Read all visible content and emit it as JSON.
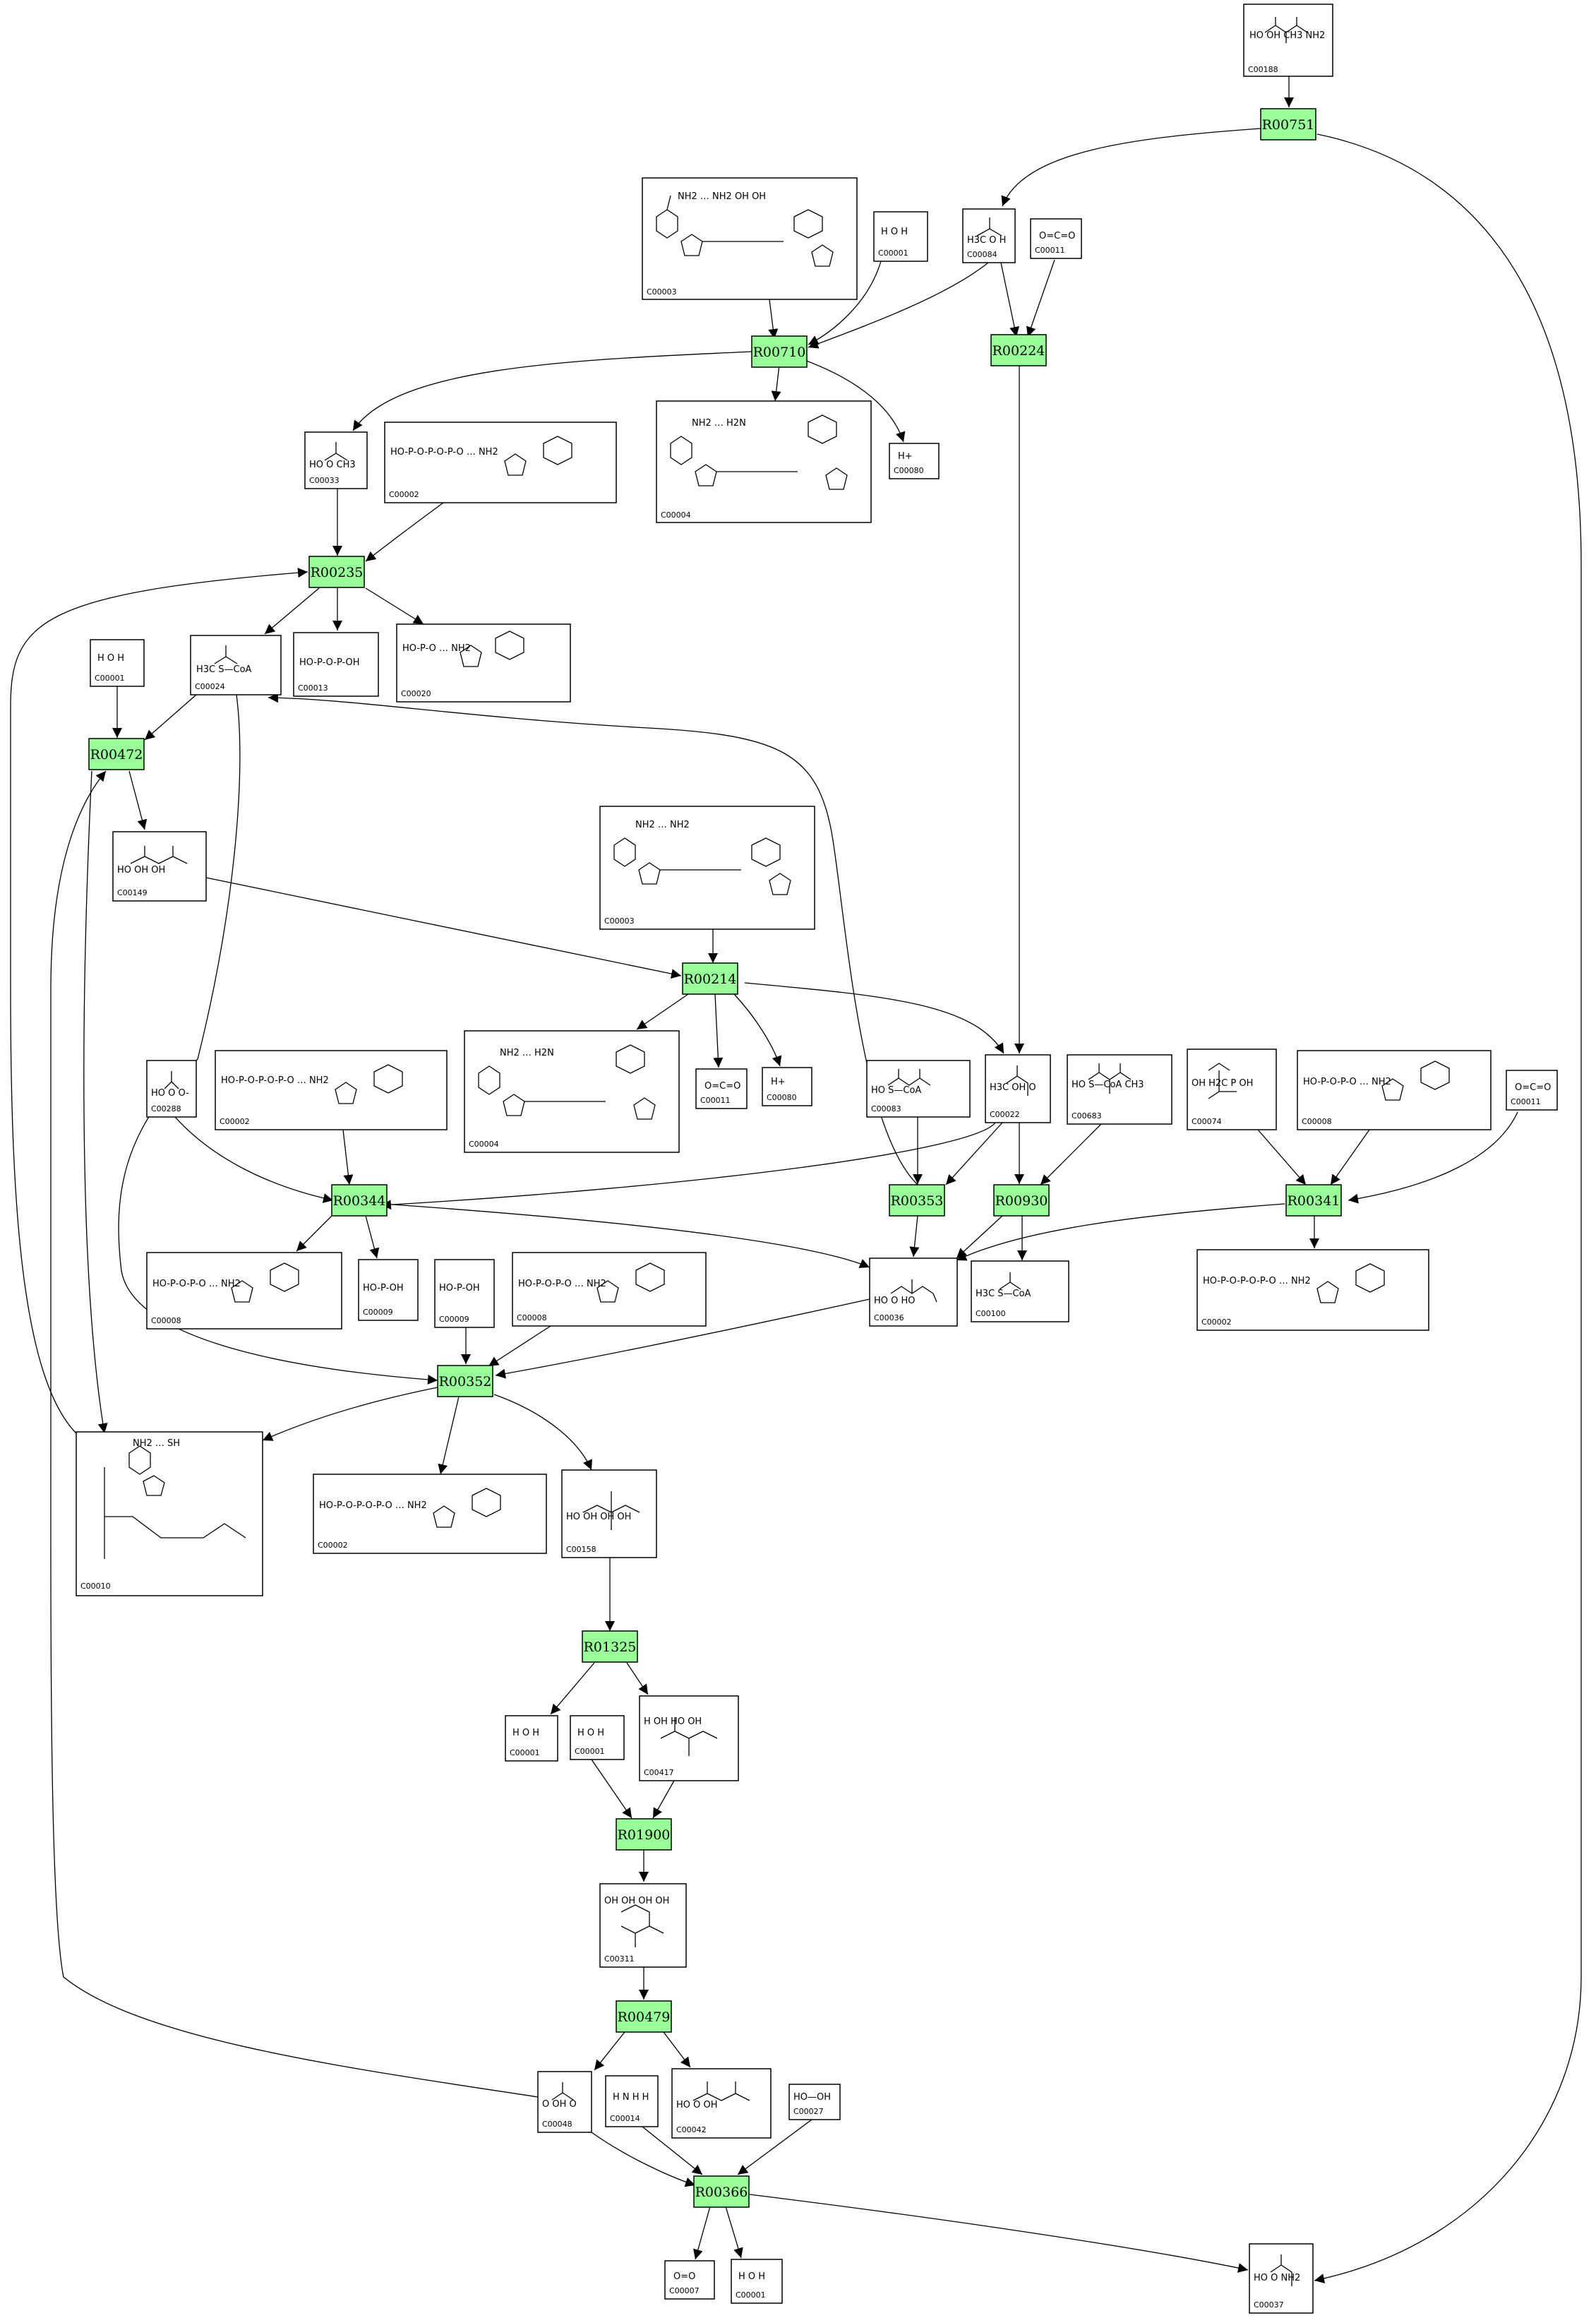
{
  "colors": {
    "reaction_fill": "#99ff99",
    "compound_fill": "#ffffff",
    "stroke": "#000000"
  },
  "reactions": [
    {
      "id": "R00751"
    },
    {
      "id": "R00710"
    },
    {
      "id": "R00224"
    },
    {
      "id": "R00235"
    },
    {
      "id": "R00472"
    },
    {
      "id": "R00214"
    },
    {
      "id": "R00344"
    },
    {
      "id": "R00353"
    },
    {
      "id": "R00930"
    },
    {
      "id": "R00341"
    },
    {
      "id": "R00352"
    },
    {
      "id": "R01325"
    },
    {
      "id": "R01900"
    },
    {
      "id": "R00479"
    },
    {
      "id": "R00366"
    }
  ],
  "compounds": [
    {
      "id": "C00188",
      "formula": "HO  OH  CH3  NH2"
    },
    {
      "id": "C00003",
      "formula": "NH2 … NH2  OH OH"
    },
    {
      "id": "C00001",
      "formula": "H  O  H"
    },
    {
      "id": "C00084",
      "formula": "H3C  O  H"
    },
    {
      "id": "C00011",
      "formula": "O=C=O"
    },
    {
      "id": "C00033",
      "formula": "HO  O  CH3"
    },
    {
      "id": "C00002",
      "formula": "HO-P-O-P-O-P-O … NH2"
    },
    {
      "id": "C00004",
      "formula": "NH2 … H2N"
    },
    {
      "id": "C00080",
      "formula": "H+"
    },
    {
      "id": "C00001",
      "formula": "H  O  H"
    },
    {
      "id": "C00024",
      "formula": "H3C  S—CoA"
    },
    {
      "id": "C00013",
      "formula": "HO-P-O-P-OH"
    },
    {
      "id": "C00020",
      "formula": "HO-P-O … NH2"
    },
    {
      "id": "C00149",
      "formula": "HO  OH  OH"
    },
    {
      "id": "C00003",
      "formula": "NH2 … NH2"
    },
    {
      "id": "C00288",
      "formula": "HO  O  O-"
    },
    {
      "id": "C00002",
      "formula": "HO-P-O-P-O-P-O … NH2"
    },
    {
      "id": "C00004",
      "formula": "NH2 … H2N"
    },
    {
      "id": "C00011",
      "formula": "O=C=O"
    },
    {
      "id": "C00080",
      "formula": "H+"
    },
    {
      "id": "C00083",
      "formula": "HO  S—CoA"
    },
    {
      "id": "C00022",
      "formula": "H3C  OH  O"
    },
    {
      "id": "C00683",
      "formula": "HO  S—CoA  CH3"
    },
    {
      "id": "C00074",
      "formula": "OH  H2C  P  OH"
    },
    {
      "id": "C00008",
      "formula": "HO-P-O-P-O … NH2"
    },
    {
      "id": "C00011",
      "formula": "O=C=O"
    },
    {
      "id": "C00008",
      "formula": "HO-P-O-P-O … NH2"
    },
    {
      "id": "C00009",
      "formula": "HO-P-OH"
    },
    {
      "id": "C00009",
      "formula": "HO-P-OH"
    },
    {
      "id": "C00008",
      "formula": "HO-P-O-P-O … NH2"
    },
    {
      "id": "C00036",
      "formula": "HO  O  HO"
    },
    {
      "id": "C00100",
      "formula": "H3C  S—CoA"
    },
    {
      "id": "C00002",
      "formula": "HO-P-O-P-O-P-O … NH2"
    },
    {
      "id": "C00010",
      "formula": "NH2 … SH"
    },
    {
      "id": "C00002",
      "formula": "HO-P-O-P-O-P-O … NH2"
    },
    {
      "id": "C00158",
      "formula": "HO  OH  OH  OH"
    },
    {
      "id": "C00001",
      "formula": "H  O  H"
    },
    {
      "id": "C00001",
      "formula": "H  O  H"
    },
    {
      "id": "C00417",
      "formula": "H  OH  HO  OH"
    },
    {
      "id": "C00311",
      "formula": "OH OH  OH  OH"
    },
    {
      "id": "C00048",
      "formula": "O  OH  O"
    },
    {
      "id": "C00014",
      "formula": "H  N  H  H"
    },
    {
      "id": "C00042",
      "formula": "HO  O  OH"
    },
    {
      "id": "C00027",
      "formula": "HO—OH"
    },
    {
      "id": "C00007",
      "formula": "O=O"
    },
    {
      "id": "C00001",
      "formula": "H  O  H"
    },
    {
      "id": "C00037",
      "formula": "HO  O  NH2"
    }
  ]
}
